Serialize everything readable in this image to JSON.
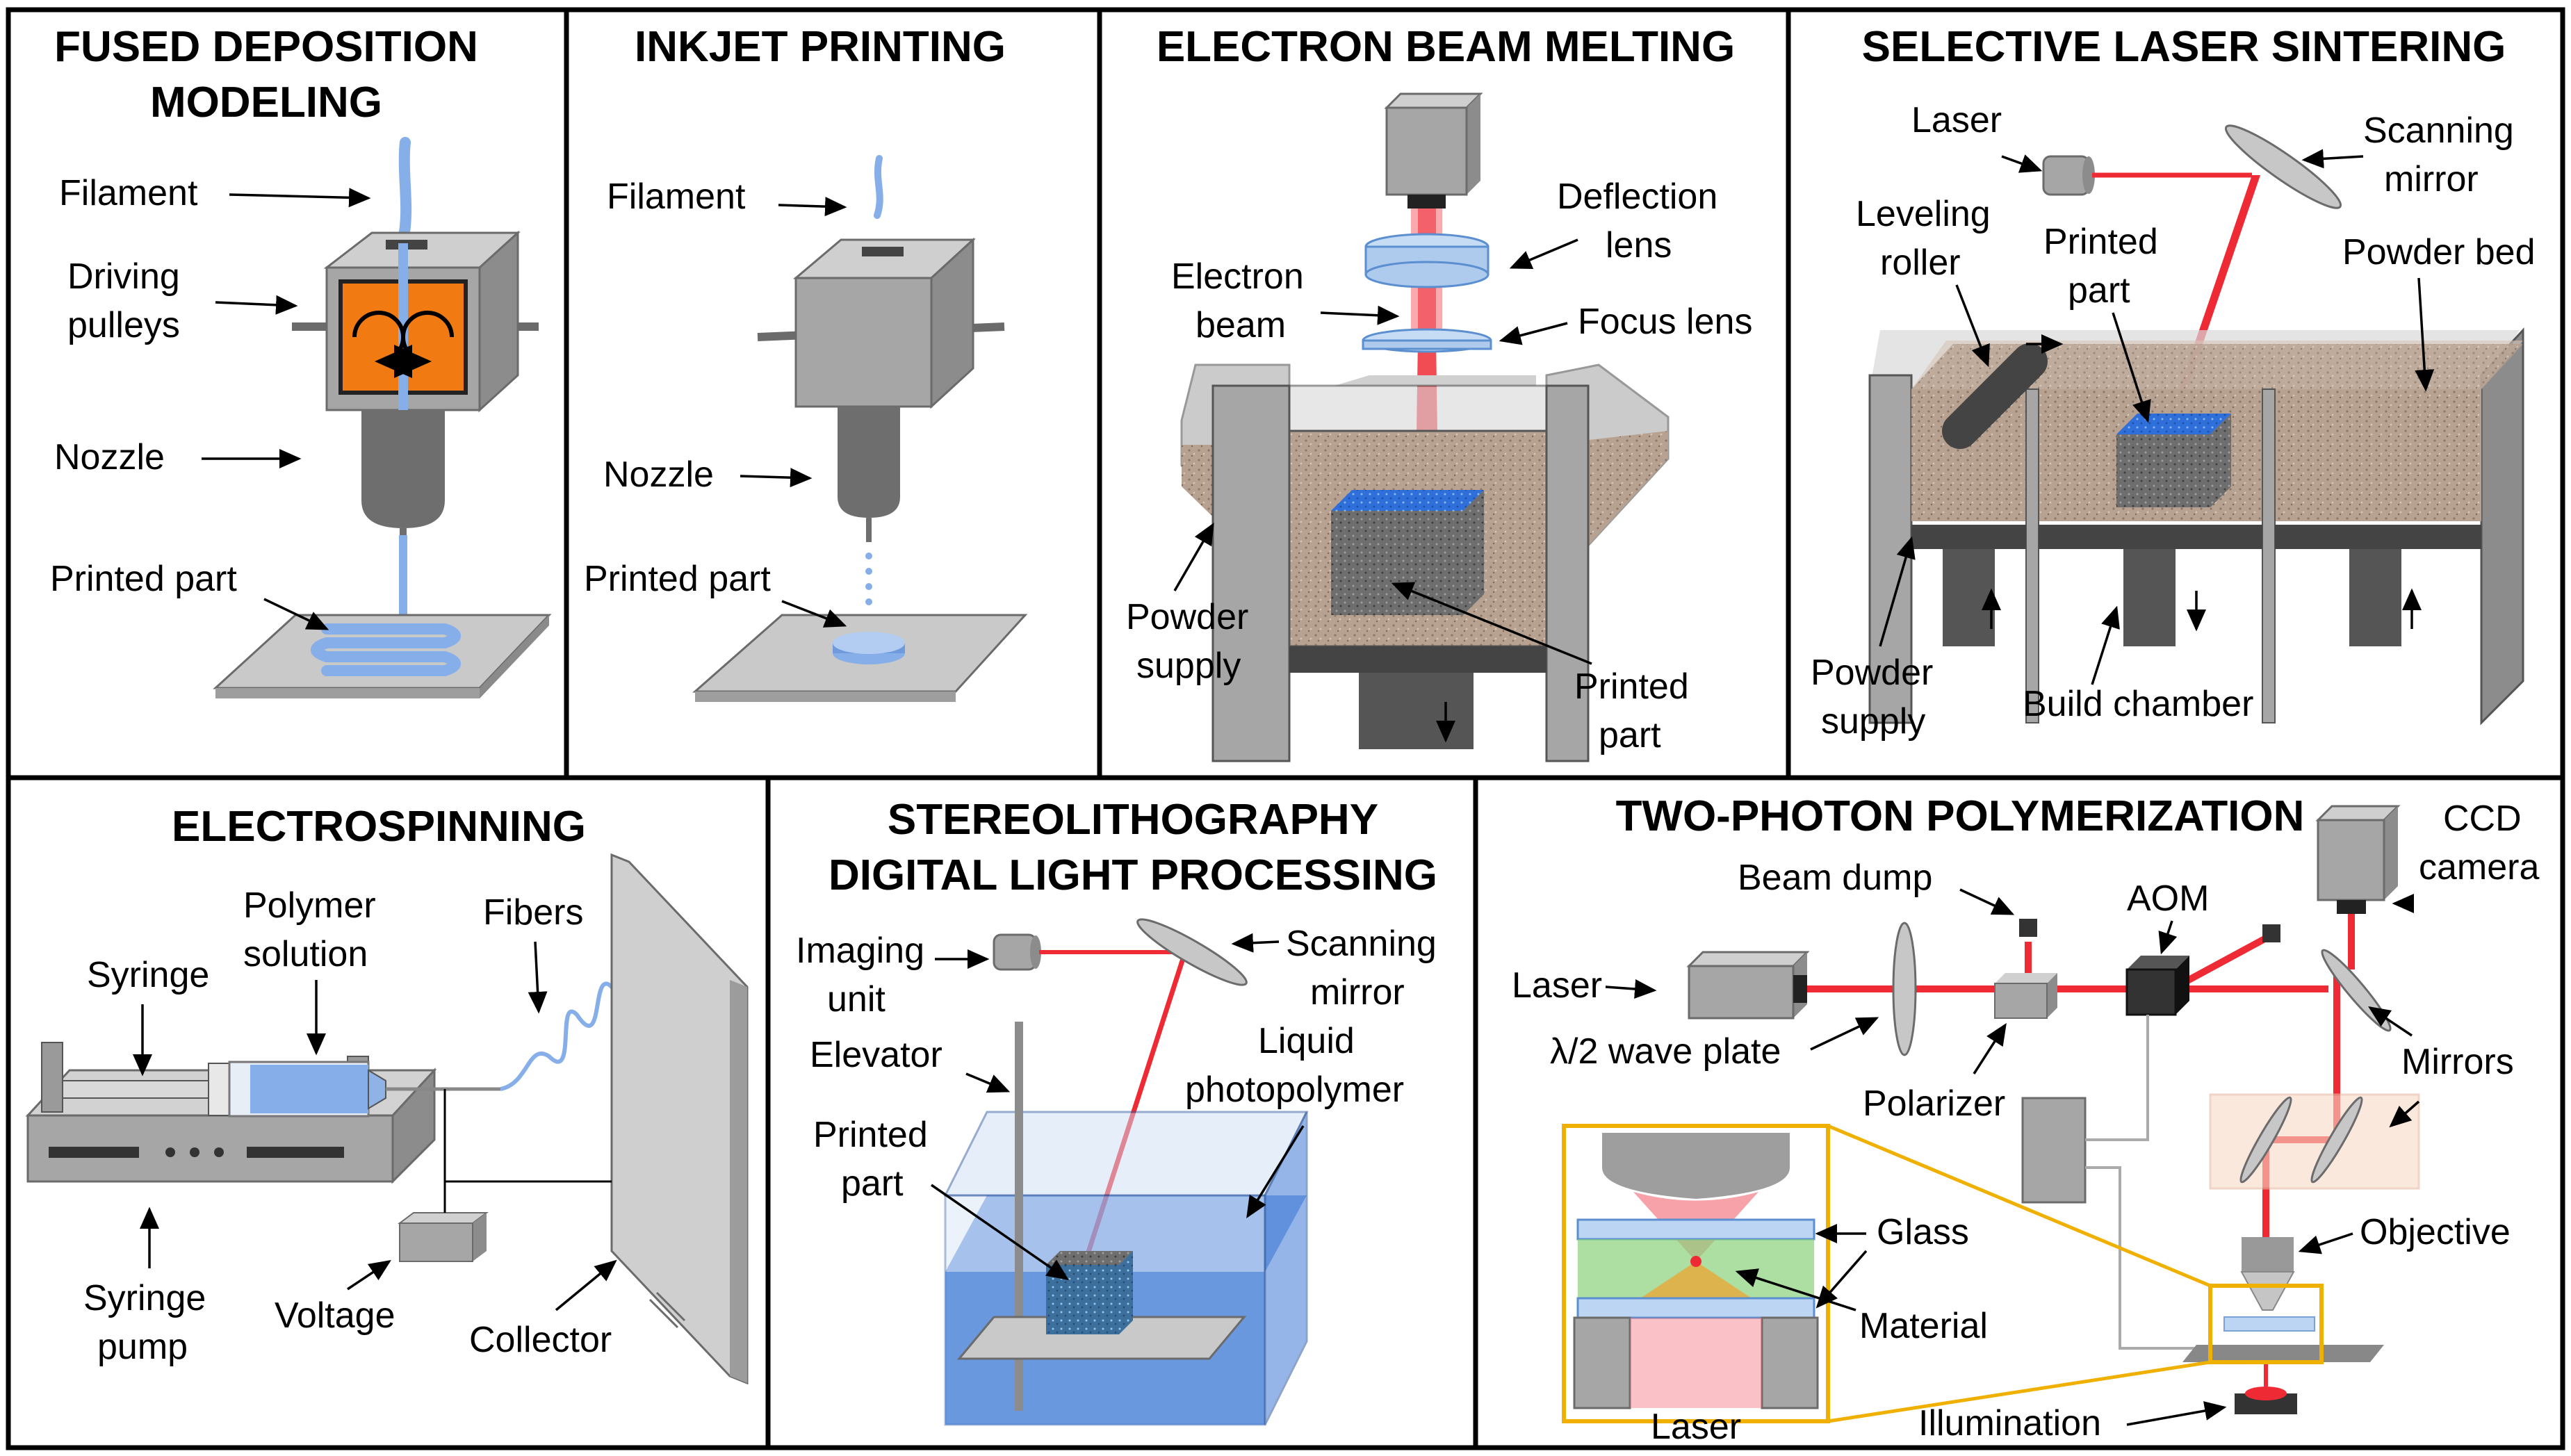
{
  "colors": {
    "filament": "#86aee8",
    "metal": "#a6a6a6",
    "metal_dark": "#6b6b6b",
    "nozzle": "#6e6e6e",
    "powder": "#b9a394",
    "laser": "#ee2b35",
    "part_blue": "#3c7de8",
    "resin": "#3f7ad6",
    "zoom": "#f0b000",
    "orange": "#f27a12"
  },
  "panels": {
    "fdm": {
      "title_line1": "FUSED DEPOSITION",
      "title_line2": "MODELING",
      "filament": "Filament",
      "driving_line1": "Driving",
      "driving_line2": "pulleys",
      "nozzle": "Nozzle",
      "printed_part": "Printed part"
    },
    "inkjet": {
      "title": "INKJET PRINTING",
      "filament": "Filament",
      "nozzle": "Nozzle",
      "printed_part": "Printed part"
    },
    "ebm": {
      "title": "ELECTRON BEAM MELTING",
      "deflection_line1": "Deflection",
      "deflection_line2": "lens",
      "electron_line1": "Electron",
      "electron_line2": "beam",
      "focus": "Focus lens",
      "powder_line1": "Powder",
      "powder_line2": "supply",
      "printed_line1": "Printed",
      "printed_line2": "part"
    },
    "sls": {
      "title": "SELECTIVE LASER SINTERING",
      "laser": "Laser",
      "scanning_line1": "Scanning",
      "scanning_line2": "mirror",
      "leveling_line1": "Leveling",
      "leveling_line2": "roller",
      "printed_line1": "Printed",
      "printed_line2": "part",
      "powder_bed": "Powder bed",
      "powder_line1": "Powder",
      "powder_line2": "supply",
      "build_chamber": "Build chamber"
    },
    "electrospinning": {
      "title": "ELECTROSPINNING",
      "polymer_line1": "Polymer",
      "polymer_line2": "solution",
      "fibers": "Fibers",
      "syringe": "Syringe",
      "pump_line1": "Syringe",
      "pump_line2": "pump",
      "voltage": "Voltage",
      "collector": "Collector"
    },
    "sla": {
      "title_line1": "STEREOLITHOGRAPHY",
      "title_line2": "DIGITAL LIGHT PROCESSING",
      "imaging_line1": "Imaging",
      "imaging_line2": "unit",
      "scanning_line1": "Scanning",
      "scanning_line2": "mirror",
      "elevator": "Elevator",
      "liquid_line1": "Liquid",
      "liquid_line2": "photopolymer",
      "printed_line1": "Printed",
      "printed_line2": "part"
    },
    "tpp": {
      "title": "TWO-PHOTON POLYMERIZATION",
      "ccd_line1": "CCD",
      "ccd_line2": "camera",
      "beam_dump": "Beam dump",
      "aom": "AOM",
      "laser": "Laser",
      "wave_plate": "λ/2 wave plate",
      "mirrors": "Mirrors",
      "polarizer": "Polarizer",
      "glass": "Glass",
      "objective": "Objective",
      "material": "Material",
      "inset_laser": "Laser",
      "illumination": "Illumination"
    }
  }
}
